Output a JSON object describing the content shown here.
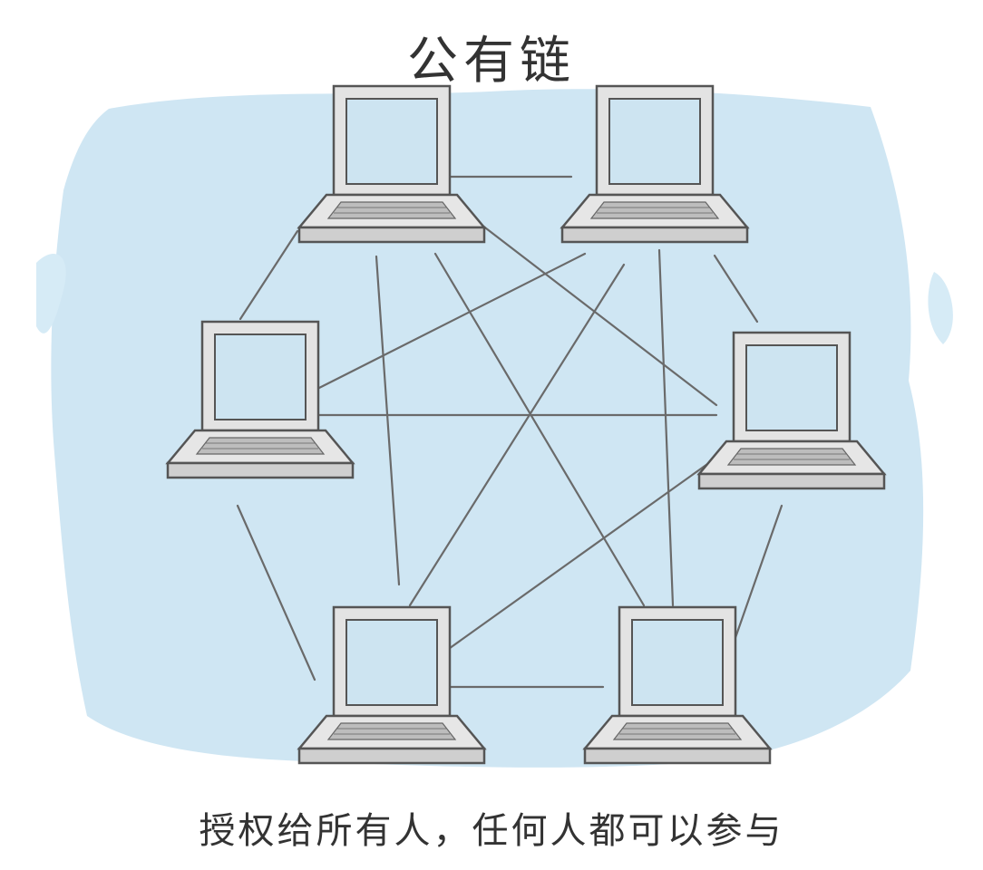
{
  "title": "公有链",
  "caption": "授权给所有人，任何人都可以参与",
  "colors": {
    "background_wash": "#cfe6f3",
    "screen": "#cde4f1",
    "laptop_frame": "#e3e3e3",
    "outline": "#555555",
    "link_line": "#6a6a6a"
  },
  "nodes": [
    {
      "id": "top-left",
      "icon": "laptop-icon"
    },
    {
      "id": "top-right",
      "icon": "laptop-icon"
    },
    {
      "id": "mid-left",
      "icon": "laptop-icon"
    },
    {
      "id": "mid-right",
      "icon": "laptop-icon"
    },
    {
      "id": "bottom-left",
      "icon": "laptop-icon"
    },
    {
      "id": "bottom-right",
      "icon": "laptop-icon"
    }
  ]
}
